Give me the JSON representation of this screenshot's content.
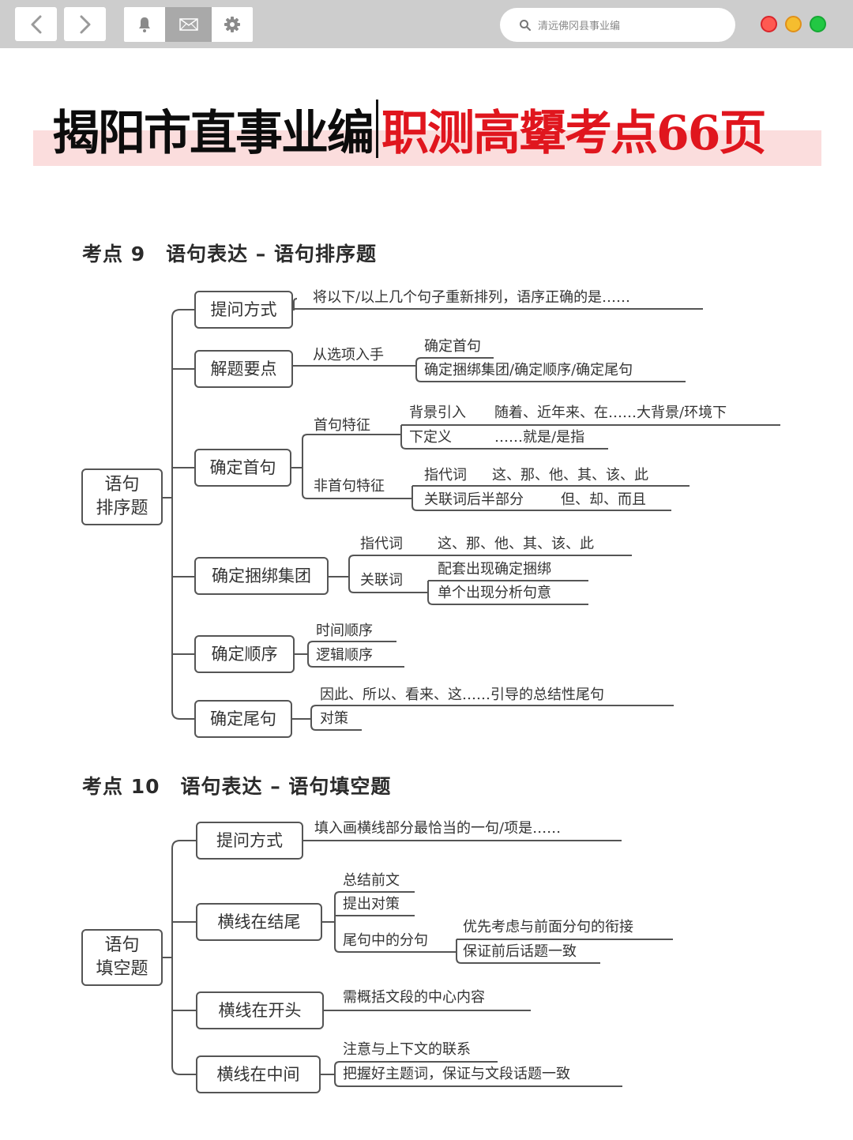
{
  "toolbar": {
    "back_icon": "chevron-left-icon",
    "forward_icon": "chevron-right-icon",
    "bell_icon": "bell-icon",
    "mail_icon": "mail-icon",
    "gear_icon": "gear-icon",
    "search_icon": "search-icon",
    "search_text": "清远佛冈县事业编",
    "window_controls": {
      "close_color": "#ff5f57",
      "minimize_color": "#f5bd2f",
      "maximize_color": "#28c840"
    }
  },
  "header": {
    "title_left": "揭阳市直事业编",
    "title_right": "职测高顰考点66页",
    "title_right_color": "#e0161e",
    "band_color": "#fbdddd"
  },
  "section9": {
    "heading": "考点 9　语句表达 – 语句排序题",
    "root": {
      "line1": "语句",
      "line2": "排序题"
    },
    "branches": [
      {
        "label": "提问方式",
        "leaves": [
          "将以下/以上几个句子重新排列，语序正确的是……"
        ]
      },
      {
        "label": "解题要点",
        "sub": "从选项入手",
        "leaves": [
          "确定首句",
          "确定捆绑集团/确定顺序/确定尾句"
        ]
      },
      {
        "label": "确定首句",
        "groups": [
          {
            "label": "首句特征",
            "items": [
              {
                "k": "背景引入",
                "v": "随着、近年来、在……大背景/环境下"
              },
              {
                "k": "下定义",
                "v": "……就是/是指"
              }
            ]
          },
          {
            "label": "非首句特征",
            "items": [
              {
                "k": "指代词",
                "v": "这、那、他、其、该、此"
              },
              {
                "k": "关联词后半部分",
                "v": "但、却、而且"
              }
            ]
          }
        ]
      },
      {
        "label": "确定捆绑集团",
        "items": [
          {
            "k": "指代词",
            "v": "这、那、他、其、该、此"
          },
          {
            "k": "关联词",
            "subs": [
              "配套出现确定捆绑",
              "单个出现分析句意"
            ]
          }
        ]
      },
      {
        "label": "确定顺序",
        "leaves": [
          "时间顺序",
          "逻辑顺序"
        ]
      },
      {
        "label": "确定尾句",
        "leaves": [
          "因此、所以、看来、这……引导的总结性尾句",
          "对策"
        ]
      }
    ]
  },
  "section10": {
    "heading": "考点 10　语句表达 – 语句填空题",
    "root": {
      "line1": "语句",
      "line2": "填空题"
    },
    "branches": [
      {
        "label": "提问方式",
        "leaves": [
          "填入画横线部分最恰当的一句/项是……"
        ]
      },
      {
        "label": "横线在结尾",
        "leaves": [
          "总结前文",
          "提出对策"
        ],
        "sub": "尾句中的分句",
        "sub_leaves": [
          "优先考虑与前面分句的衔接",
          "保证前后话题一致"
        ]
      },
      {
        "label": "横线在开头",
        "leaves": [
          "需概括文段的中心内容"
        ]
      },
      {
        "label": "横线在中间",
        "leaves": [
          "注意与上下文的联系",
          "把握好主题词，保证与文段话题一致"
        ]
      }
    ]
  }
}
